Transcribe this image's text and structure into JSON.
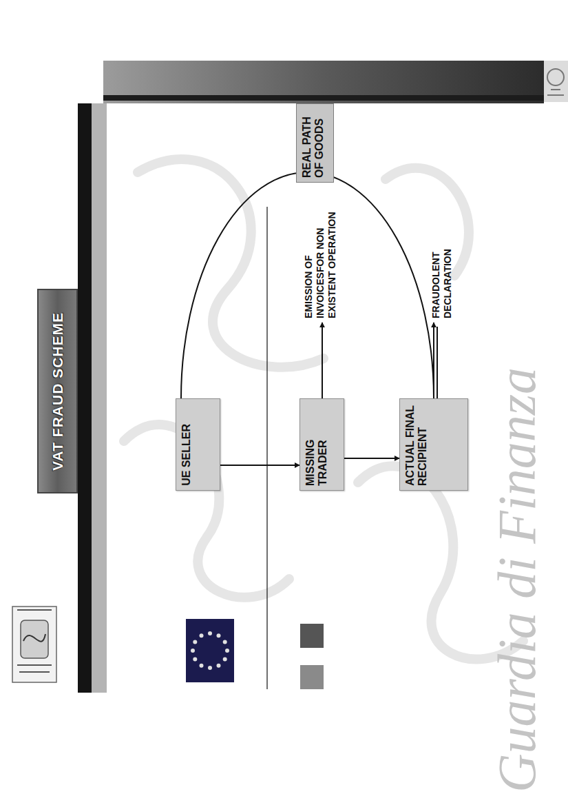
{
  "diagram": {
    "title": "VAT FRAUD SCHEME",
    "nodes": [
      {
        "text": [
          "UE SELLER"
        ]
      },
      {
        "text": [
          "MISSING TRADER"
        ]
      },
      {
        "text": [
          "ACTUAL FINAL RECIPIENT"
        ]
      },
      {
        "text": [
          "REAL PATH OF GOODS"
        ]
      }
    ],
    "edges": [
      {
        "from": 0,
        "to": 1,
        "arrow": "to"
      },
      {
        "from": 1,
        "to": 2,
        "arrow": "to"
      },
      {
        "from": 0,
        "to": 2,
        "arrow": "none"
      }
    ],
    "labels": [
      "EMISSION OF INVOICESFOR NON EXISTENT OPERATION",
      "FRAUDOLENT DECLARATION",
      "Guardia di Finanza"
    ]
  }
}
